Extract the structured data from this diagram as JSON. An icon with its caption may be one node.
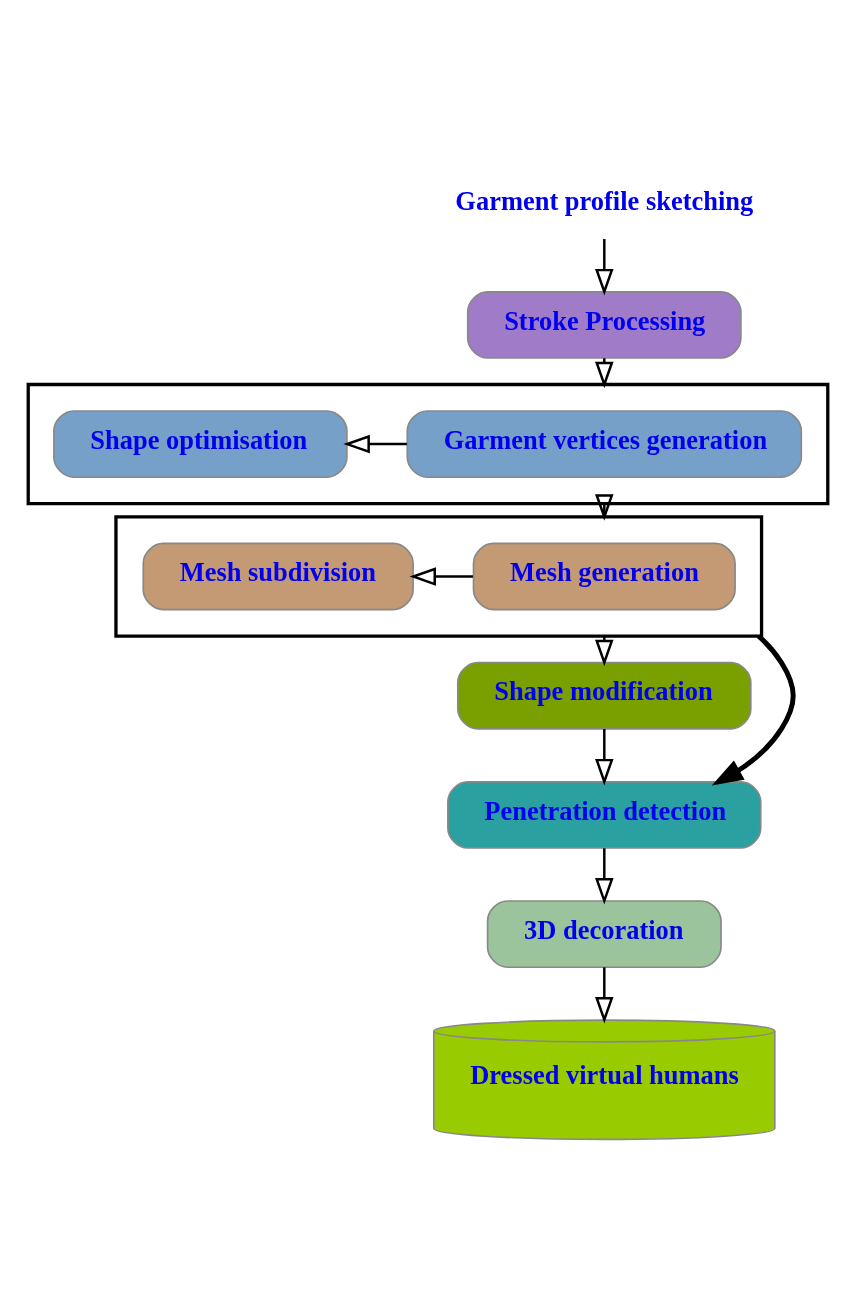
{
  "diagram": {
    "nodes": [
      {
        "text": [
          "Garment profile sketching"
        ]
      },
      {
        "text": [
          "Stroke Processing"
        ]
      },
      {
        "text": [],
        "shape": "box"
      },
      {
        "text": [
          "Garment vertices generation"
        ],
        "in": 2
      },
      {
        "text": [
          "Shape optimisation"
        ],
        "in": 2
      },
      {
        "text": [],
        "shape": "box"
      },
      {
        "text": [
          "Mesh generation"
        ],
        "in": 5
      },
      {
        "text": [
          "Mesh subdivision"
        ],
        "in": 5
      },
      {
        "text": [
          "Shape modification"
        ]
      },
      {
        "text": [
          "Penetration detection"
        ]
      },
      {
        "text": [
          "3D decoration"
        ]
      },
      {
        "text": [
          "Dressed virtual humans"
        ]
      }
    ],
    "edges": [
      {
        "from": 0,
        "to": 1,
        "arrow": "to"
      },
      {
        "from": 1,
        "to": 2,
        "arrow": "to"
      },
      {
        "from": 3,
        "to": 4,
        "arrow": "to"
      },
      {
        "from": 2,
        "to": 5,
        "arrow": "to"
      },
      {
        "from": 6,
        "to": 7,
        "arrow": "to"
      },
      {
        "from": 5,
        "to": 8,
        "arrow": "to"
      },
      {
        "from": 8,
        "to": 9,
        "arrow": "to"
      },
      {
        "from": 5,
        "to": 9,
        "arrow": "to",
        "style": "thick"
      },
      {
        "from": 9,
        "to": 10,
        "arrow": "to"
      },
      {
        "from": 10,
        "to": 11,
        "arrow": "to"
      }
    ]
  }
}
